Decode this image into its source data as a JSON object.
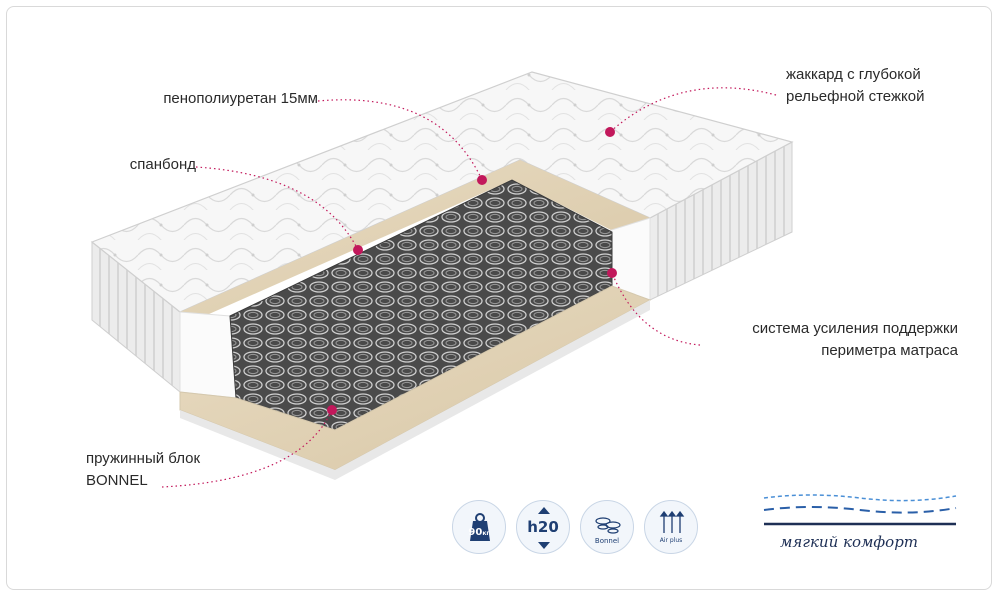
{
  "labels": {
    "foam": "пенополиуретан 15мм",
    "spunbond": "спанбонд",
    "jacquard_line1": "жаккард с глубокой",
    "jacquard_line2": "рельефной стежкой",
    "perimeter_line1": "система усиления поддержки",
    "perimeter_line2": "периметра матраса",
    "springs_line1": "пружинный блок",
    "springs_line2": "BONNEL"
  },
  "badges": {
    "weight": "90",
    "weight_unit": "кг",
    "height": "h20",
    "bonnel": "Bonnel",
    "air": "Air plus"
  },
  "comfort": {
    "label": "мягкий комфорт"
  },
  "colors": {
    "accent": "#c2185b",
    "badge_blue": "#1f3f73",
    "label_text": "#2a2a2a"
  }
}
